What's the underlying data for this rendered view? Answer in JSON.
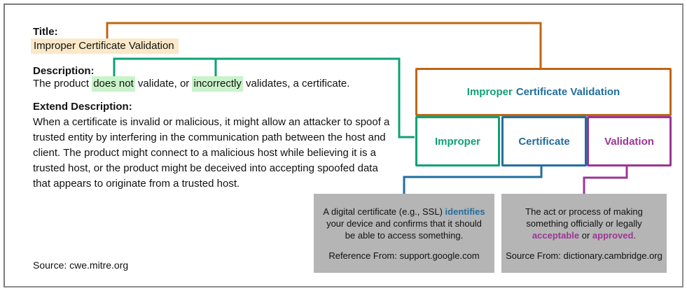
{
  "colors": {
    "orange": "#bf6516",
    "teal": "#0ea176",
    "blue": "#226e9c",
    "purple": "#9b3694",
    "highlight-peach": "#fbe8c8",
    "highlight-green": "#c9f3c9",
    "graybox": "#b5b5b5",
    "frame": "#8d8d8d"
  },
  "left_panel": {
    "title_label": "Title:",
    "title_value": "Improper Certificate Validation",
    "description_label": "Description:",
    "description_parts": [
      {
        "text": "The product "
      },
      {
        "text": "does not",
        "highlight": true
      },
      {
        "text": " validate, or "
      },
      {
        "text": "incorrectly",
        "highlight": true
      },
      {
        "text": " validates, a certificate."
      }
    ],
    "extend_label": "Extend Description:",
    "extend_text": "When a certificate is invalid or malicious, it might allow an attacker to spoof a\ntrusted entity by interfering in the communication path between the host and\nclient. The product might connect to a malicious host while believing it is a\ntrusted host, or the product might be deceived into accepting spoofed data\nthat appears to originate from a trusted host.",
    "source": "Source: cwe.mitre.org"
  },
  "diagram": {
    "main_box": {
      "word1": "Improper",
      "word2": "Certificate Validation"
    },
    "term_boxes": [
      {
        "label": "Improper",
        "color": "teal"
      },
      {
        "label": "Certificate",
        "color": "blue"
      },
      {
        "label": "Validation",
        "color": "purple"
      }
    ],
    "definition_boxes": {
      "certificate": {
        "parts": [
          {
            "text": "A digital certificate (e.g., SSL) "
          },
          {
            "text": "identifies",
            "em": "blue"
          },
          {
            "text": "\nyour device and confirms that it should\nbe able to access something."
          }
        ],
        "footer": "Reference From: support.google.com"
      },
      "validation": {
        "parts": [
          {
            "text": "The act or process of making\nsomething officially or legally\n"
          },
          {
            "text": "acceptable",
            "em": "purple"
          },
          {
            "text": " or "
          },
          {
            "text": "approved",
            "em": "purple"
          },
          {
            "text": "."
          }
        ],
        "footer": "Source From: dictionary.cambridge.org"
      }
    }
  }
}
